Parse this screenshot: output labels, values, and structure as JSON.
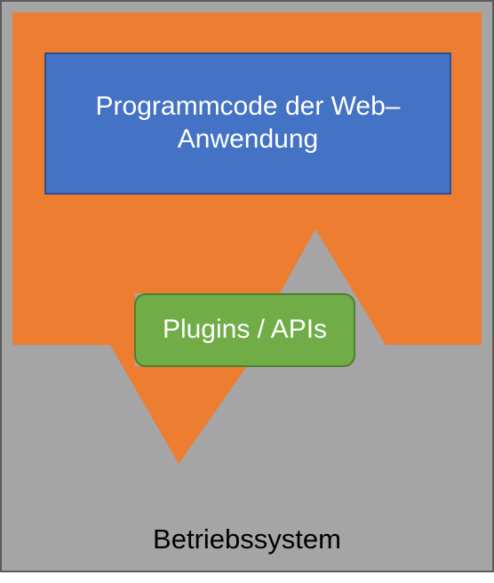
{
  "diagram": {
    "os_layer": {
      "label": "Betriebssystem",
      "fill": "#A5A5A5",
      "border": "#5B5B5B"
    },
    "runtime_layer": {
      "fill": "#ED7D31"
    },
    "app_layer": {
      "label": "Programmcode der Web–Anwendung",
      "fill": "#4472C4",
      "border": "#2F528F",
      "text_color": "#FFFFFF"
    },
    "plugins_layer": {
      "label": "Plugins / APIs",
      "fill": "#70AD47",
      "border": "#507E32",
      "text_color": "#FFFFFF"
    }
  }
}
